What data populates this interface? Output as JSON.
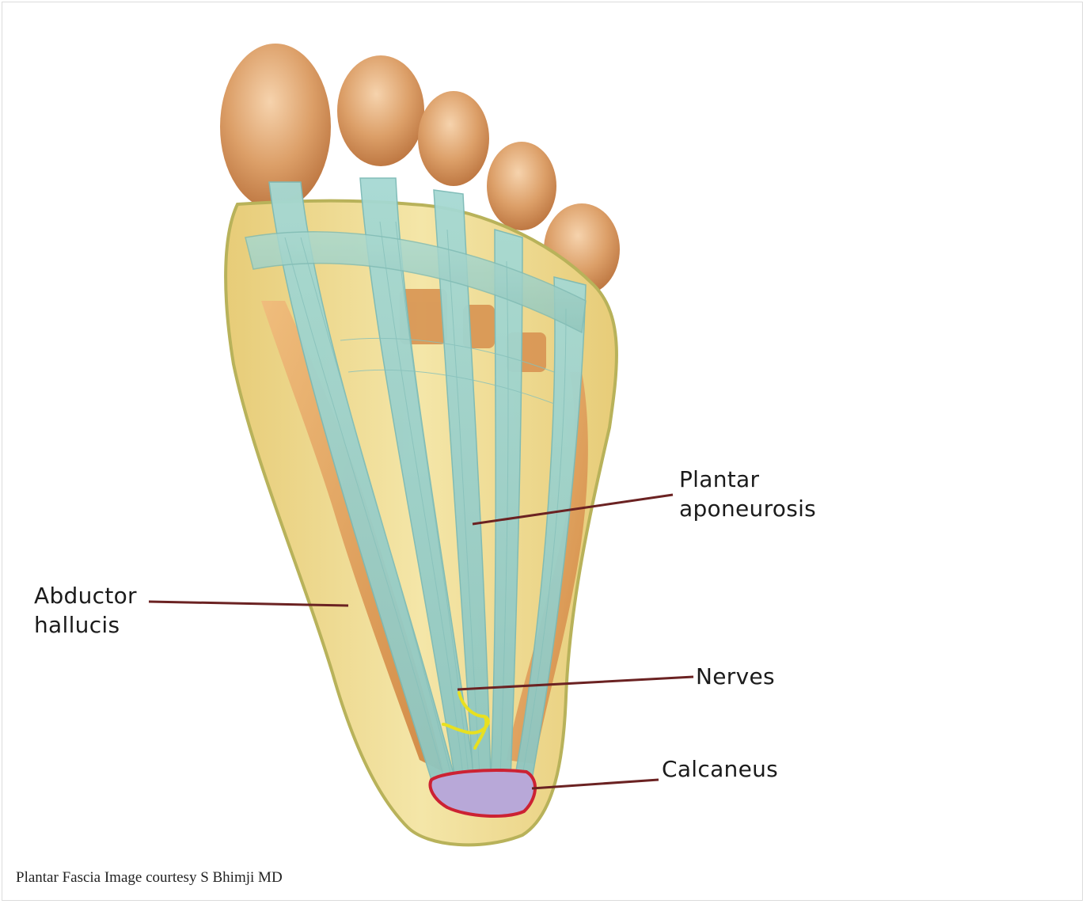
{
  "figure": {
    "labels": {
      "plantar_aponeurosis": "Plantar\naponeurosis",
      "abductor_hallucis": "Abductor\nhallucis",
      "nerves": "Nerves",
      "calcaneus": "Calcaneus"
    },
    "caption": "Plantar Fascia Image courtesy S Bhimji MD"
  },
  "colors": {
    "fascia": "#9fd3cf",
    "fascia_line": "#7cbab6",
    "muscle": "#e3a15a",
    "fat_pad": "#efd98c",
    "skin_outline": "#b8b25a",
    "toe": "#d79a62",
    "toe_light": "#f2c79a",
    "pointer": "#6b2222",
    "nerve": "#e8e020",
    "bone": "#b8a8d8",
    "bone_edge": "#cc2233"
  }
}
